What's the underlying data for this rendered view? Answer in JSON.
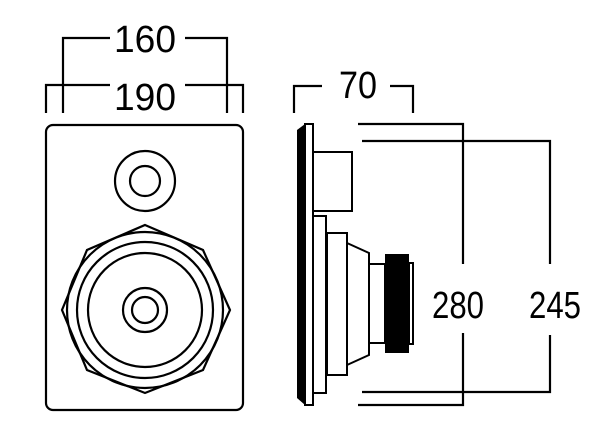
{
  "front_view": {
    "dim_inner_width": "160",
    "dim_outer_width": "190"
  },
  "side_view": {
    "dim_depth": "70",
    "dim_height_total": "280",
    "dim_height_inner": "245"
  },
  "colors": {
    "line": "#000000",
    "background": "#ffffff"
  }
}
